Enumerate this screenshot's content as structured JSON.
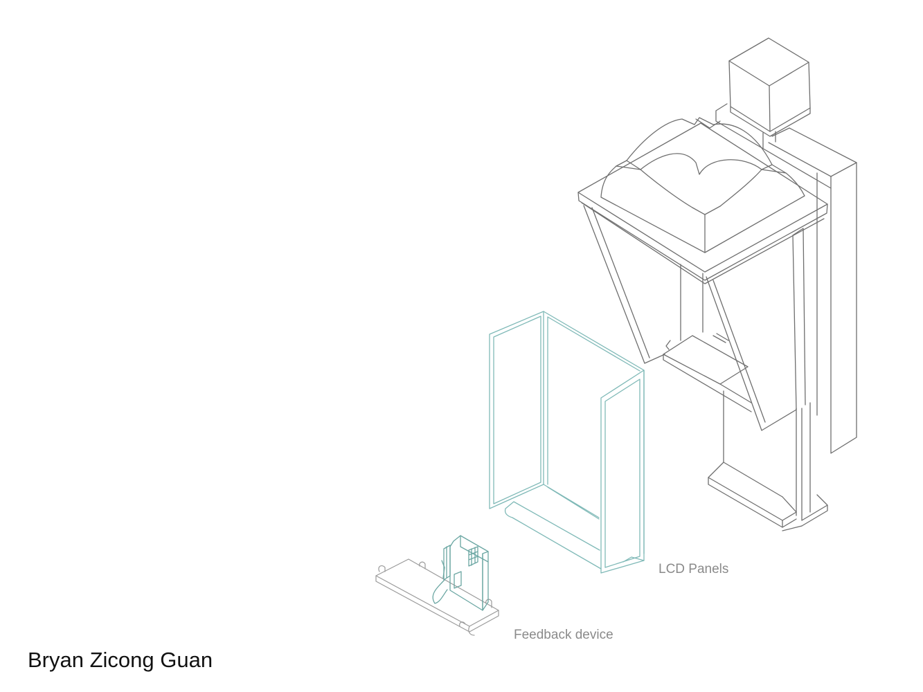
{
  "labels": {
    "lcd_panels": "LCD Panels",
    "feedback_device": "Feedback device"
  },
  "author": "Bryan Zicong Guan",
  "colors": {
    "booth_line": "#6e6e6e",
    "panel_line": "#7fb9b7",
    "phone_line": "#6aa6a2",
    "base_line": "#9a9a9a",
    "label_text": "#8a8a8a",
    "author_text": "#111111"
  }
}
